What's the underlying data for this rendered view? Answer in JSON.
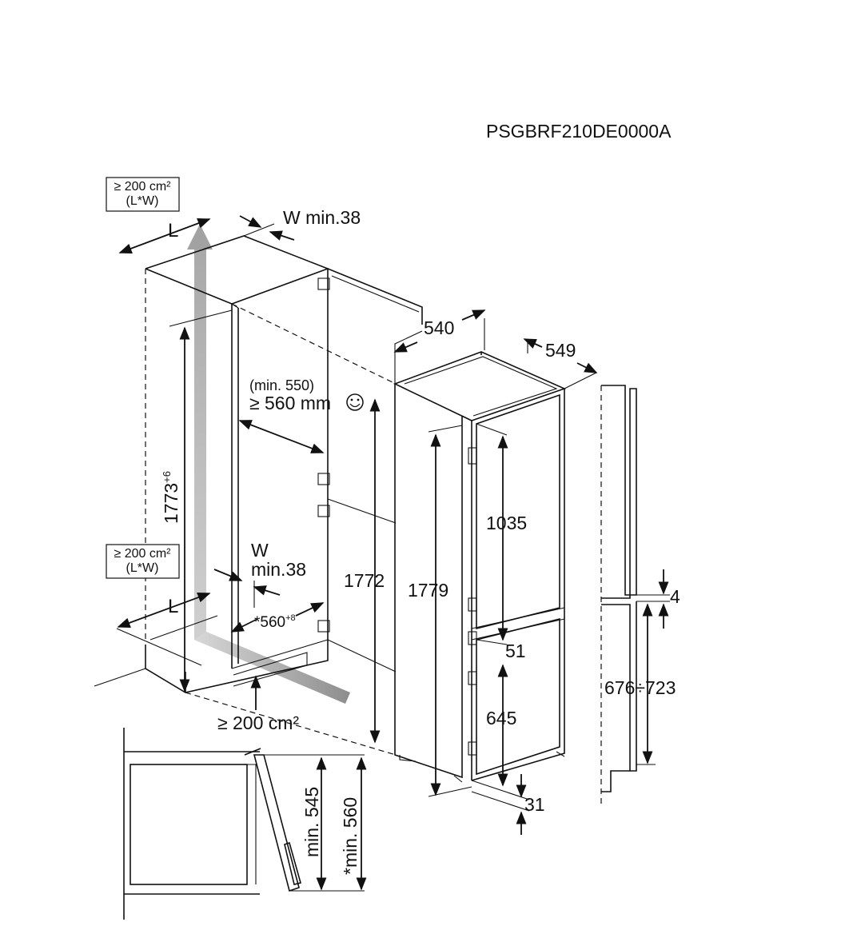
{
  "model_code": "PSGBRF210DE0000A",
  "vent_top": {
    "line1": "≥ 200 cm²",
    "line2": "(L*W)",
    "L": "L",
    "W": "W min.38"
  },
  "vent_mid": {
    "line1": "≥ 200 cm²",
    "line2": "(L*W)",
    "L": "L",
    "W1": "W",
    "W2": "min.38"
  },
  "vent_bottom": "≥ 200 cm²",
  "niche": {
    "height": "1773",
    "height_tol": "+6",
    "width": "*560",
    "width_tol": "+8"
  },
  "depth": {
    "line1": "(min. 550)",
    "line2": "≥ 560 mm"
  },
  "appliance": {
    "width": "540",
    "depth": "549",
    "height_total": "1772",
    "height_body": "1779",
    "upper_door": "1035",
    "lower_door": "645",
    "gap": "51",
    "foot": "31"
  },
  "rail": {
    "gap": "4",
    "range": "676÷723"
  },
  "section": {
    "d1": "min. 545",
    "d2": "*min. 560"
  },
  "icons": [
    "smiley-icon",
    "vent-arrow-icon"
  ]
}
